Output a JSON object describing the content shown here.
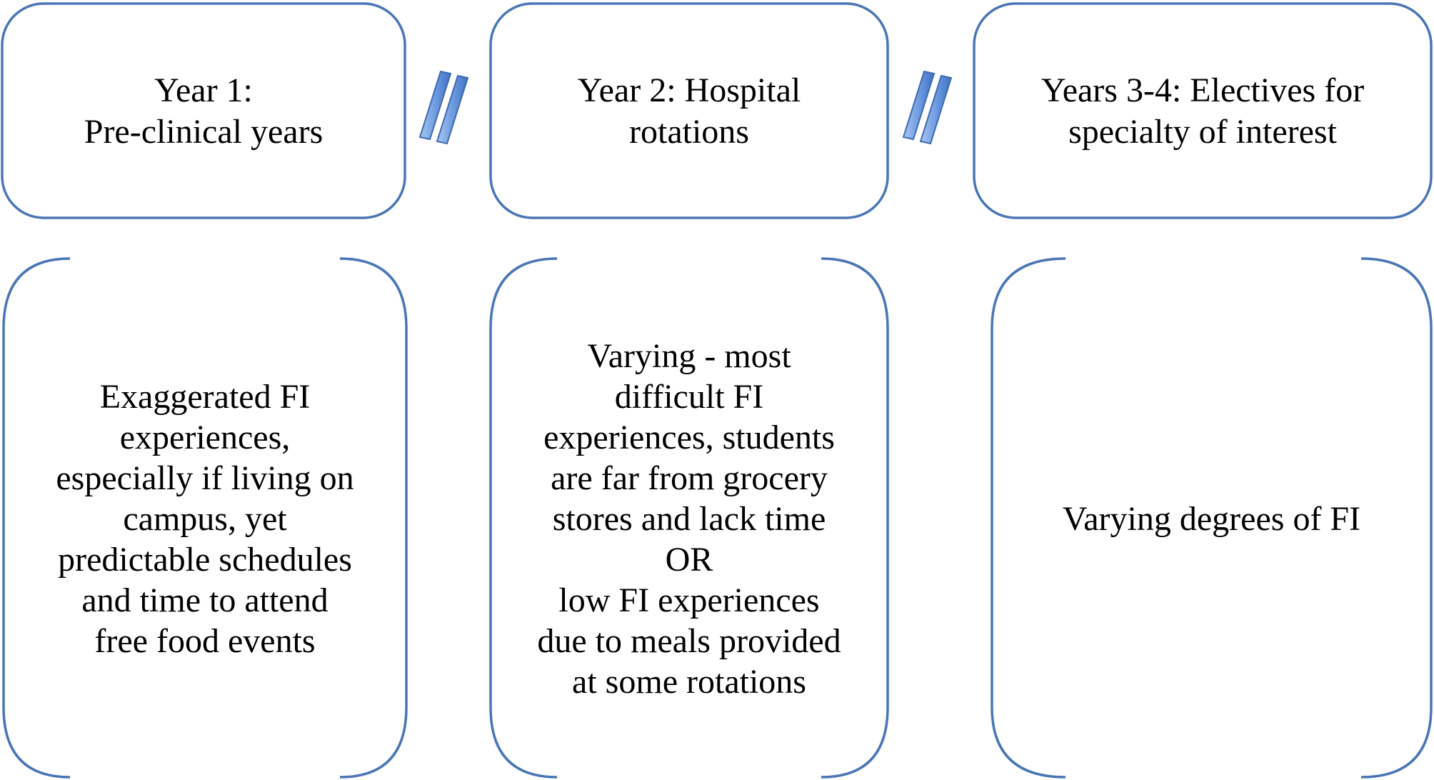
{
  "stages": [
    {
      "title_lines": [
        "Year 1:",
        "Pre-clinical years"
      ],
      "description_lines": [
        "Exaggerated FI",
        "experiences,",
        "especially if living on",
        "campus, yet",
        "predictable schedules",
        "and time to attend",
        "free food events"
      ]
    },
    {
      "title_lines": [
        "Year 2: Hospital",
        "rotations"
      ],
      "description_lines": [
        "Varying - most",
        "difficult FI",
        "experiences, students",
        "are far from grocery",
        "stores and lack time",
        "OR",
        "low FI experiences",
        "due to meals provided",
        "at some rotations"
      ]
    },
    {
      "title_lines": [
        "Years 3-4: Electives for",
        "specialty of interest"
      ],
      "description_lines": [
        "Varying degrees of FI"
      ]
    }
  ],
  "colors": {
    "box_outline": "#4a76b5",
    "arrow_fill": "#6f9be0",
    "arrow_stroke": "#3d6ab0",
    "text": "#000000"
  },
  "icons": {
    "connector": "double-slash-arrow"
  }
}
